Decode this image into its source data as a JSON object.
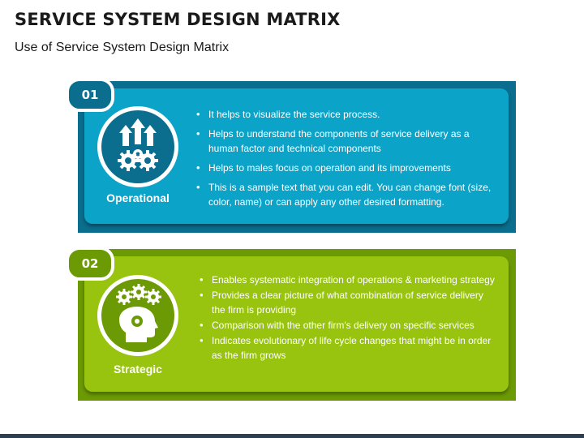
{
  "title": "SERVICE SYSTEM DESIGN MATRIX",
  "subtitle": "Use of Service System Design Matrix",
  "colors": {
    "teal_dark": "#0b6e8f",
    "teal_light": "#0ca3c9",
    "green_dark": "#6c9a04",
    "green_light": "#98c40f"
  },
  "sections": [
    {
      "number": "01",
      "label": "Operational",
      "icon": "arrows-gears-icon",
      "bullets": [
        "It helps to visualize the service process.",
        "Helps to understand the components of service delivery as a human factor and technical components",
        "Helps to males focus on operation and its improvements",
        "This is a sample text that you can edit. You can change font (size, color, name) or can apply any other desired formatting."
      ]
    },
    {
      "number": "02",
      "label": "Strategic",
      "icon": "head-gears-icon",
      "bullets": [
        "Enables systematic integration of operations & marketing strategy",
        "Provides a clear picture of what combination of service delivery the firm is providing",
        "Comparison with the other firm's delivery on specific services",
        "Indicates evolutionary of life cycle changes that might be in order as the firm grows"
      ]
    }
  ]
}
